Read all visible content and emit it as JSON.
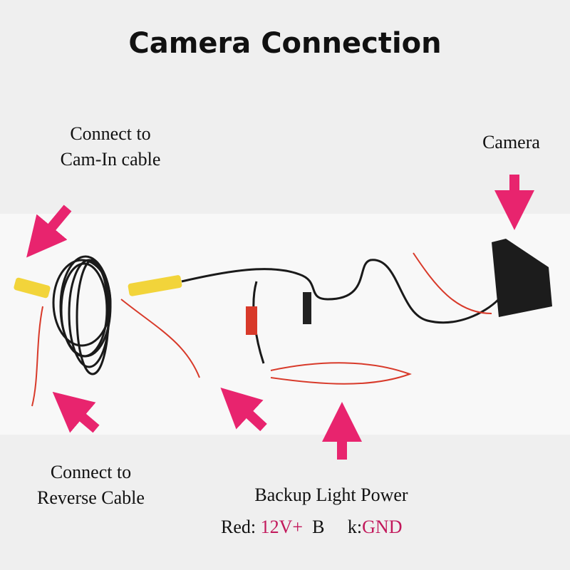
{
  "title": "Camera Connection",
  "labels": {
    "cam_in_line1": "Connect to",
    "cam_in_line2": "Cam-In cable",
    "camera": "Camera",
    "reverse_line1": "Connect to",
    "reverse_line2": "Reverse Cable",
    "backup": "Backup Light Power",
    "red_label": "Red:",
    "red_value": "12V+",
    "black_label_a": "B",
    "black_label_b": "k:",
    "black_value": "GND"
  },
  "colors": {
    "arrow": "#e8246e",
    "accent_text": "#c2185b",
    "rca": "#f2d43a",
    "wire_red": "#d83a2a",
    "wire_black": "#1a1a1a"
  }
}
